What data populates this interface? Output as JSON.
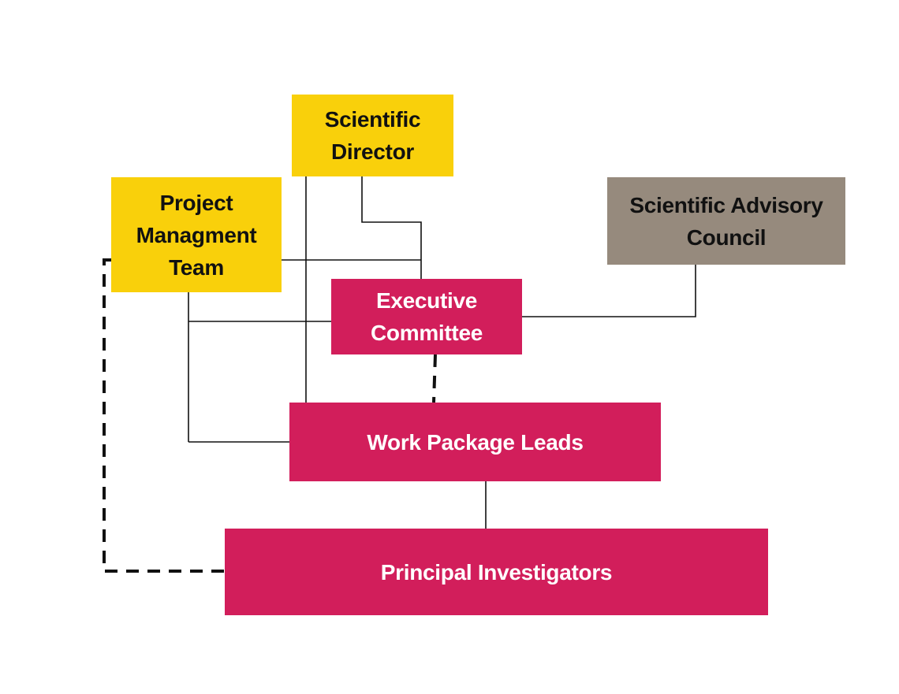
{
  "nodes": {
    "scientific_director": "Scientific\nDirector",
    "project_management_team": "Project\nManagment\nTeam",
    "scientific_advisory_council": "Scientific Advisory\nCouncil",
    "executive_committee": "Executive\nCommittee",
    "work_package_leads": "Work Package Leads",
    "principal_investigators": "Principal Investigators"
  },
  "colors": {
    "yellow": "#F9D00B",
    "magenta": "#D21E5B",
    "gray": "#968A7D",
    "line": "#111111"
  }
}
